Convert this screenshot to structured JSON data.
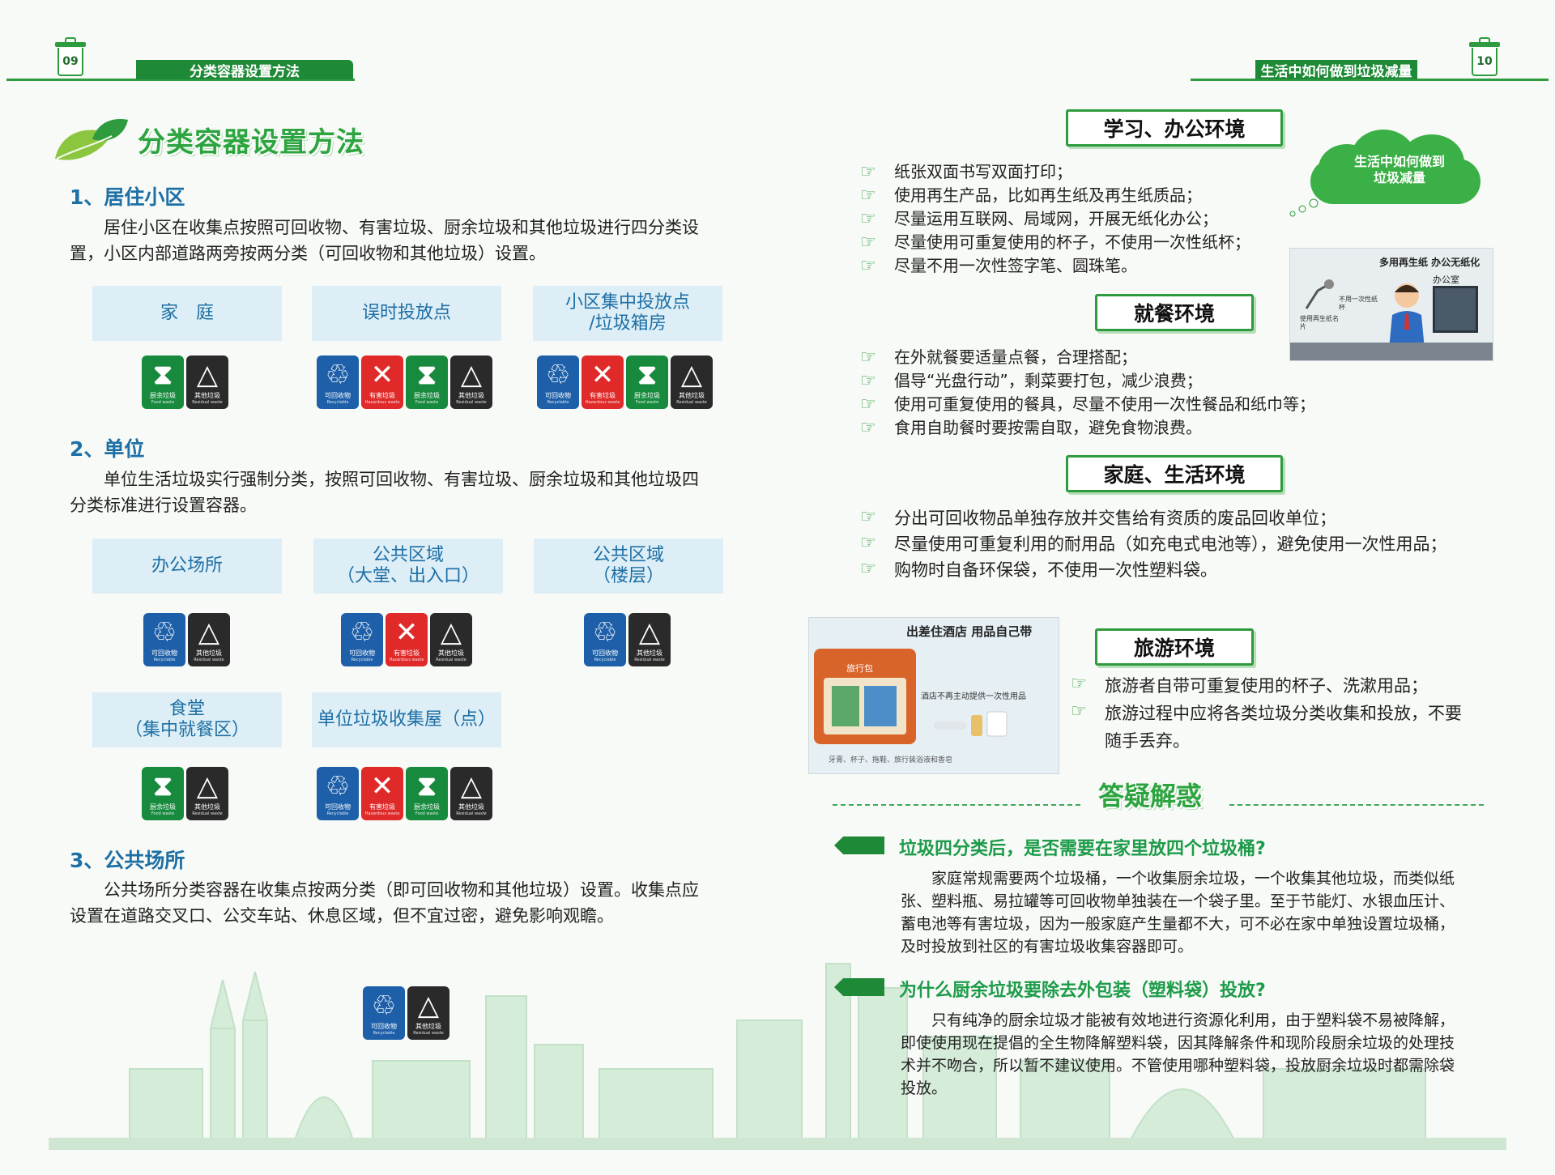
{
  "header": {
    "left_page_num": "09",
    "left_title": "分类容器设置方法",
    "right_title": "生活中如何做到垃圾减量",
    "right_page_num": "10"
  },
  "left": {
    "main_title": "分类容器设置方法",
    "sections": [
      {
        "title": "1、居住小区",
        "text": "居住小区在收集点按照可回收物、有害垃圾、厨余垃圾和其他垃圾进行四分类设置，小区内部道路两旁按两分类（可回收物和其他垃圾）设置。"
      },
      {
        "title": "2、单位",
        "text": "单位生活垃圾实行强制分类，按照可回收物、有害垃圾、厨余垃圾和其他垃圾四分类标准进行设置容器。"
      },
      {
        "title": "3、公共场所",
        "text": "公共场所分类容器在收集点按两分类（即可回收物和其他垃圾）设置。收集点应设置在道路交叉口、公交车站、休息区域，但不宜过密，避免影响观瞻。"
      }
    ],
    "categories": {
      "home": "家　庭",
      "late_point": "误时投放点",
      "community_point": "小区集中投放点\n/垃圾箱房",
      "office": "办公场所",
      "public_area_lobby": "公共区域\n（大堂、出入口）",
      "public_area_floor": "公共区域\n（楼层）",
      "canteen": "食堂\n（集中就餐区）",
      "unit_collection": "单位垃圾收集屋（点）"
    },
    "bins": {
      "recyclable": {
        "label": "可回收物",
        "en": "Recyclable",
        "color": "#1d5fa8",
        "icon": "recycle-icon"
      },
      "hazardous": {
        "label": "有害垃圾",
        "en": "Hazardous waste",
        "color": "#e02a2a",
        "icon": "hazard-cross-icon"
      },
      "food": {
        "label": "厨余垃圾",
        "en": "Food waste",
        "color": "#188a3e",
        "icon": "hourglass-icon"
      },
      "residual": {
        "label": "其他垃圾",
        "en": "Residual waste",
        "color": "#2a2a2a",
        "icon": "triangle-icon"
      }
    }
  },
  "right": {
    "cloud_text": "生活中如何做到\n垃圾减量",
    "office_illus_caption": "多用再生纸 办公无纸化",
    "office_illus_room": "办公室",
    "office_illus_note1": "不用一次性纸杯",
    "office_illus_note2": "使用再生纸名片",
    "hotel_illus_caption": "出差住酒店 用品自己带",
    "hotel_illus_bag": "旅行包",
    "hotel_illus_note": "酒店不再主动提供一次性用品",
    "hotel_illus_items": "牙膏、杯子、拖鞋、旅行装浴液和香皂",
    "environments": [
      {
        "title": "学习、办公环境",
        "items": [
          "纸张双面书写双面打印；",
          "使用再生产品，比如再生纸及再生纸质品；",
          "尽量运用互联网、局域网，开展无纸化办公；",
          "尽量使用可重复使用的杯子，不使用一次性纸杯；",
          "尽量不用一次性签字笔、圆珠笔。"
        ]
      },
      {
        "title": "就餐环境",
        "items": [
          "在外就餐要适量点餐，合理搭配；",
          "倡导“光盘行动”，剩菜要打包，减少浪费；",
          "使用可重复使用的餐具，尽量不使用一次性餐品和纸巾等；",
          "食用自助餐时要按需自取，避免食物浪费。"
        ]
      },
      {
        "title": "家庭、生活环境",
        "items": [
          "分出可回收物品单独存放并交售给有资质的废品回收单位；",
          "尽量使用可重复利用的耐用品（如充电式电池等），避免使用一次性用品；",
          "购物时自备环保袋，不使用一次性塑料袋。"
        ]
      },
      {
        "title": "旅游环境",
        "items": [
          "旅游者自带可重复使用的杯子、洗漱用品；",
          "旅游过程中应将各类垃圾分类收集和投放，不要随手丢弃。"
        ]
      }
    ],
    "faq_title": "答疑解惑",
    "faq": [
      {
        "q": "垃圾四分类后，是否需要在家里放四个垃圾桶?",
        "a": "家庭常规需要两个垃圾桶，一个收集厨余垃圾，一个收集其他垃圾，而类似纸张、塑料瓶、易拉罐等可回收物单独装在一个袋子里。至于节能灯、水银血压计、蓄电池等有害垃圾，因为一般家庭产生量都不大，可不必在家中单独设置垃圾桶，及时投放到社区的有害垃圾收集容器即可。"
      },
      {
        "q": "为什么厨余垃圾要除去外包装（塑料袋）投放?",
        "a": "只有纯净的厨余垃圾才能被有效地进行资源化利用，由于塑料袋不易被降解，即使使用现在提倡的全生物降解塑料袋，因其降解条件和现阶段厨余垃圾的处理技术并不吻合，所以暂不建议使用。不管使用哪种塑料袋，投放厨余垃圾时都需除袋投放。"
      }
    ]
  }
}
